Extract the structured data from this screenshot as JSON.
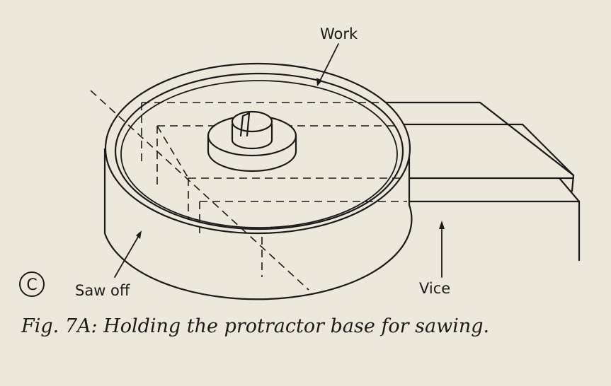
{
  "labels": {
    "work": "Work",
    "saw_off": "Saw off",
    "vice": "Vice",
    "copyright": "©"
  },
  "caption": "Fig. 7A: Holding the protractor base for sawing."
}
